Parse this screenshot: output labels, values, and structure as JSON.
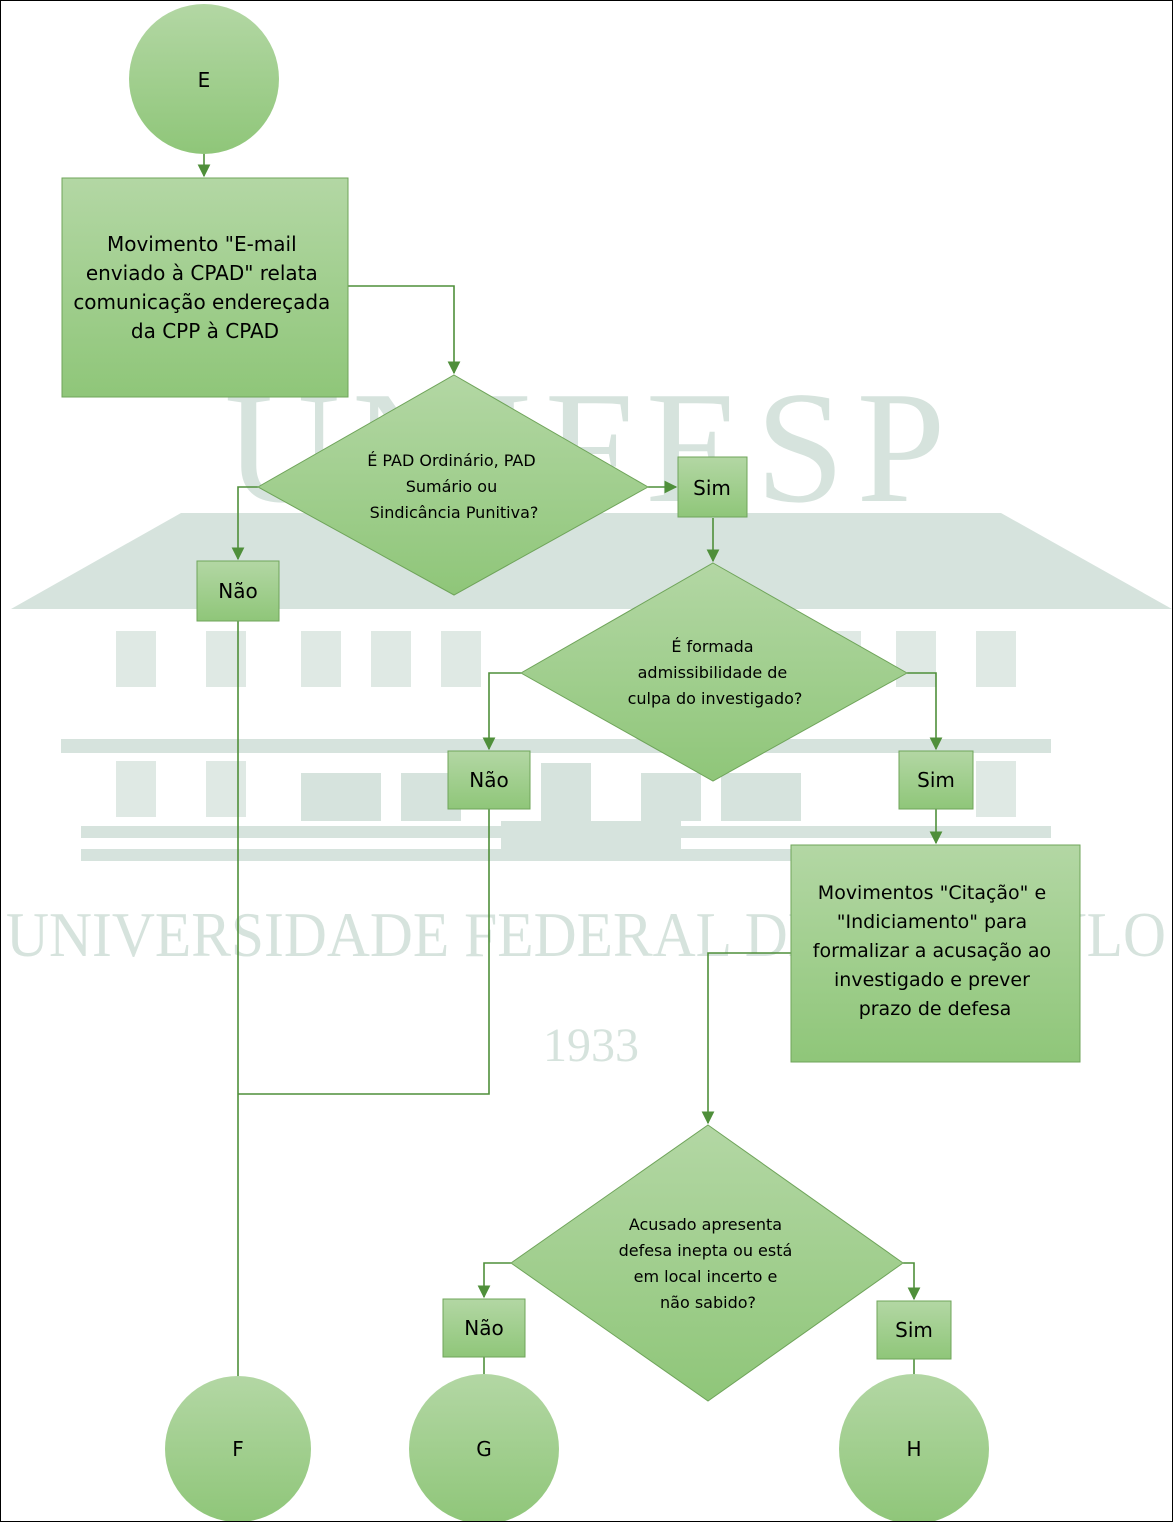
{
  "watermark": {
    "acronym": "UNIFESP",
    "name": "UNIVERSIDADE FEDERAL DE SÃO PAULO",
    "year": "1933"
  },
  "nodes": {
    "start_e": {
      "label": "E"
    },
    "step_email": {
      "lines": [
        "Movimento \"E-mail",
        "enviado à CPAD\" relata",
        "comunicação endereçada",
        "da CPP à CPAD"
      ]
    },
    "decision_pad": {
      "lines": [
        "É PAD Ordinário, PAD",
        "Sumário ou",
        "Sindicância Punitiva?"
      ]
    },
    "pad_sim": {
      "label": "Sim"
    },
    "pad_nao": {
      "label": "Não"
    },
    "decision_culpa": {
      "lines": [
        "É formada",
        "admissibilidade de",
        "culpa do investigado?"
      ]
    },
    "culpa_nao": {
      "label": "Não"
    },
    "culpa_sim": {
      "label": "Sim"
    },
    "step_citacao": {
      "lines": [
        "Movimentos \"Citação\" e",
        "\"Indiciamento\" para",
        "formalizar a acusação ao",
        "investigado e prever",
        "prazo de defesa"
      ]
    },
    "decision_defesa": {
      "lines": [
        "Acusado apresenta",
        "defesa inepta ou está",
        "em local incerto e",
        "não sabido?"
      ]
    },
    "defesa_nao": {
      "label": "Não"
    },
    "defesa_sim": {
      "label": "Sim"
    },
    "end_f": {
      "label": "F"
    },
    "end_g": {
      "label": "G"
    },
    "end_h": {
      "label": "H"
    }
  },
  "colors": {
    "node_fill_light": "#b3d7a4",
    "node_fill_dark": "#8fc679",
    "node_stroke": "#6fa45a",
    "connector": "#4f8f3a",
    "watermark": "#d6e3dd"
  }
}
